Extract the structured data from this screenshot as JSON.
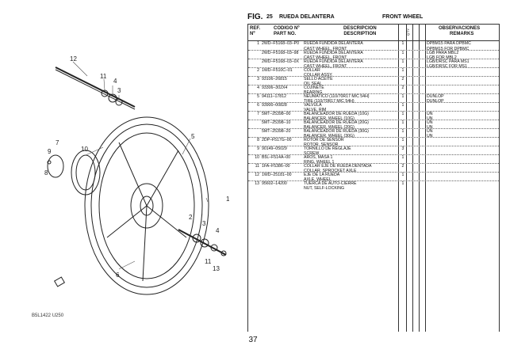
{
  "header": {
    "fig_label": "FIG.",
    "fig_number": "25",
    "title_es": "RUEDA DELANTERA",
    "title_en": "FRONT WHEEL"
  },
  "columns": {
    "ref": "REF.",
    "ref2": "Nº",
    "code": "CODIGO Nº",
    "code2": "PART NO.",
    "desc": "DESCRIPCION",
    "desc2": "DESCRIPTION",
    "qty": "Q'TY",
    "rem": "OBSERVACIONES",
    "rem2": "REMARKS"
  },
  "rows": [
    {
      "ref": "1",
      "code": "2WD–F5168–03–P0",
      "desc": "RUEDA FUNDIDA DELANTERA",
      "qty": "1",
      "rem": "DPBM15 PARA DPBMC"
    },
    {
      "ref": "",
      "code": "",
      "desc": "CAST WHEEL, FRONT",
      "qty": "",
      "rem": "DPBM15 FOR DPBMC"
    },
    {
      "ref": "",
      "code": "2WD–F5168–03–98",
      "desc": "RUEDA FUNDIDA DELANTERA",
      "qty": "1",
      "rem": "LGB PARA MBL2"
    },
    {
      "ref": "",
      "code": "",
      "desc": "CAST WHEEL, FRONT",
      "qty": "",
      "rem": "LGB FOR MBL2"
    },
    {
      "ref": "",
      "code": "2WD–F5168–03–0X",
      "desc": "RUEDA FUNDIDA DELANTERA",
      "qty": "1",
      "rem": "LGB/DRSC PARA MS1"
    },
    {
      "ref": "",
      "code": "",
      "desc": "CAST WHEEL, FRONT",
      "qty": "",
      "rem": "LGB/DRSC FOR MS1"
    },
    {
      "ref": "2",
      "code": "1WD–F510C–01",
      "desc": "COLLAR",
      "qty": "1",
      "rem": ""
    },
    {
      "ref": "",
      "code": "",
      "desc": "COLLAR ASSY.",
      "qty": "",
      "rem": ""
    },
    {
      "ref": "3",
      "code": "93106–26815",
      "desc": "SELLO ACEITE",
      "qty": "2",
      "rem": ""
    },
    {
      "ref": "",
      "code": "",
      "desc": "OIL SEAL",
      "qty": "",
      "rem": ""
    },
    {
      "ref": "4",
      "code": "93306–302X4",
      "desc": "COJINETE",
      "qty": "2",
      "rem": ""
    },
    {
      "ref": "",
      "code": "",
      "desc": "BEARING",
      "qty": "",
      "rem": ""
    },
    {
      "ref": "5",
      "code": "94111–17812",
      "desc": "NEUMATICO (110/70R17 M/C 54H)",
      "qty": "1",
      "rem": "DUNLOP"
    },
    {
      "ref": "",
      "code": "",
      "desc": "TIRE (110/70R17 M/C 54H)",
      "qty": "",
      "rem": "DUNLOP"
    },
    {
      "ref": "6",
      "code": "93900–00828",
      "desc": "VALVULA",
      "qty": "1",
      "rem": ""
    },
    {
      "ref": "",
      "code": "",
      "desc": "VALVE, RIM",
      "qty": "",
      "rem": ""
    },
    {
      "ref": "7",
      "code": "5MT–25398–00",
      "desc": "BALANCEADOR DE RUEDA (10G)",
      "qty": "1",
      "rem": "UN"
    },
    {
      "ref": "",
      "code": "",
      "desc": "BALANCER, WHEEL (10G)",
      "qty": "",
      "rem": "UN"
    },
    {
      "ref": "",
      "code": "5MT–25398–10",
      "desc": "BALANCEADOR DE RUEDA (20G)",
      "qty": "1",
      "rem": "UN"
    },
    {
      "ref": "",
      "code": "",
      "desc": "BALANCER, WHEEL (20G)",
      "qty": "",
      "rem": "UN"
    },
    {
      "ref": "",
      "code": "5MT–25398–20",
      "desc": "BALANCEADOR DE RUEDA (30G)",
      "qty": "1",
      "rem": "UN"
    },
    {
      "ref": "",
      "code": "",
      "desc": "BALANCER, WHEEL (30G)",
      "qty": "",
      "rem": "UN"
    },
    {
      "ref": "8",
      "code": "2DP–F517G–00",
      "desc": "ROTOR DE SENSOR",
      "qty": "1",
      "rem": ""
    },
    {
      "ref": "",
      "code": "",
      "desc": "ROTOR, SENSOR",
      "qty": "",
      "rem": ""
    },
    {
      "ref": "9",
      "code": "90149–05029",
      "desc": "TORNILLO DE REGLAJE",
      "qty": "3",
      "rem": ""
    },
    {
      "ref": "",
      "code": "",
      "desc": "SCREW",
      "qty": "",
      "rem": ""
    },
    {
      "ref": "10",
      "code": "B5L–F514A–00",
      "desc": "AROS, MASA 1",
      "qty": "1",
      "rem": ""
    },
    {
      "ref": "",
      "code": "",
      "desc": "RING, WHEEL 1",
      "qty": "",
      "rem": ""
    },
    {
      "ref": "11",
      "code": "1FA–F5386–00",
      "desc": "COLLAR EJE DE RUEDA DENTADA",
      "qty": "2",
      "rem": ""
    },
    {
      "ref": "",
      "code": "",
      "desc": "COLLAR, SPROCKET AXLE",
      "qty": "",
      "rem": ""
    },
    {
      "ref": "12",
      "code": "1WD–25181–00",
      "desc": "EJE DE LA RUEDA",
      "qty": "1",
      "rem": ""
    },
    {
      "ref": "",
      "code": "",
      "desc": "AXLE, WHEEL",
      "qty": "",
      "rem": ""
    },
    {
      "ref": "13",
      "code": "95602–14200",
      "desc": "TUERCA DE AUTO-CIERRE",
      "qty": "1",
      "rem": ""
    },
    {
      "ref": "",
      "code": "",
      "desc": "NUT, SELF-LOCKING",
      "qty": "",
      "rem": ""
    }
  ],
  "diagram": {
    "code": "B5L1422 U250",
    "callouts": [
      "12",
      "11",
      "4",
      "3",
      "7",
      "9",
      "10",
      "8",
      "5",
      "1",
      "2",
      "3",
      "4",
      "11",
      "13",
      "6"
    ]
  },
  "page_number": "37"
}
